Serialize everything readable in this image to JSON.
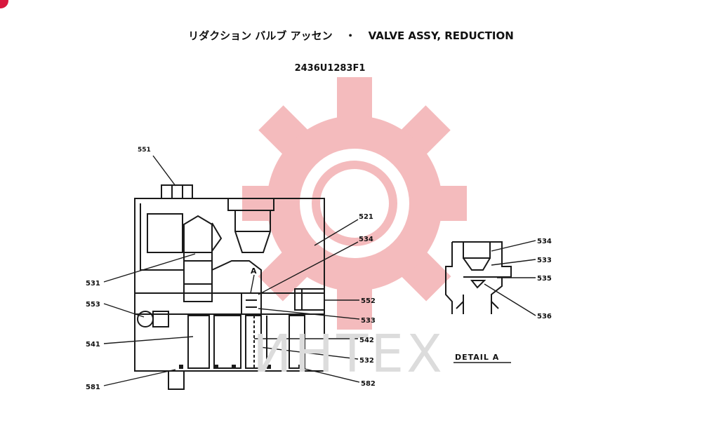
{
  "title_jp": "リダクション バルブ アッセン",
  "title_sep": "・",
  "title_en": "VALVE ASSY, REDUCTION",
  "part_number": "2436U1283F1",
  "watermark_text": "ИНТЕХ",
  "detail_label": "DETAIL A",
  "detail_marker": "A",
  "callouts": {
    "c551": "551",
    "c521": "521",
    "c534": "534",
    "c531": "531",
    "c553": "553",
    "c552": "552",
    "c533": "533",
    "c542": "542",
    "c541": "541",
    "c532": "532",
    "c581": "581",
    "c582": "582",
    "d534": "534",
    "d533": "533",
    "d535": "535",
    "d536": "536"
  },
  "colors": {
    "line": "#1a1a1a",
    "watermark": "#f3b4b6",
    "watermark_text": "#d9d9d9",
    "badge": "#d8183e"
  }
}
